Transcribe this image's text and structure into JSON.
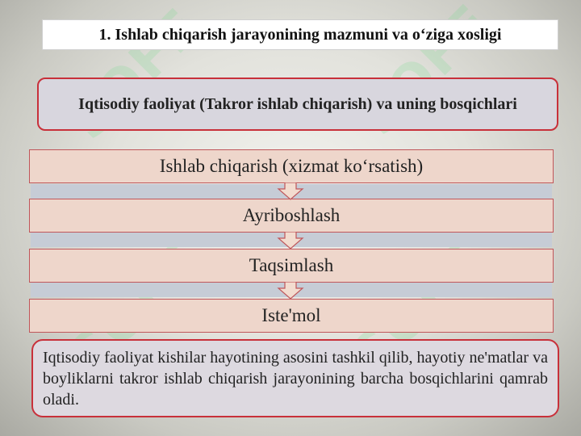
{
  "watermark": {
    "text": "SOFF"
  },
  "title": "1. Ishlab chiqarish jarayonining mazmuni va o‘ziga xosligi",
  "heading": "Iqtisodiy faoliyat  (Takror ishlab chiqarish) va uning bosqichlari",
  "stages": [
    {
      "label": "Ishlab chiqarish (xizmat ko‘rsatish)"
    },
    {
      "label": "Ayriboshlash"
    },
    {
      "label": "Taqsimlash"
    },
    {
      "label": "Iste'mol"
    }
  ],
  "description": "Iqtisodiy faoliyat kishilar hayotining asosini tashkil qilib, hayotiy ne'matlar va boyliklarni takror ishlab chiqarish jarayonining barcha bosqichlarini qamrab oladi.",
  "colors": {
    "border_accent": "#c8303a",
    "stage_fill": "#eed6cb",
    "arrow_fill": "#f3dccf"
  }
}
